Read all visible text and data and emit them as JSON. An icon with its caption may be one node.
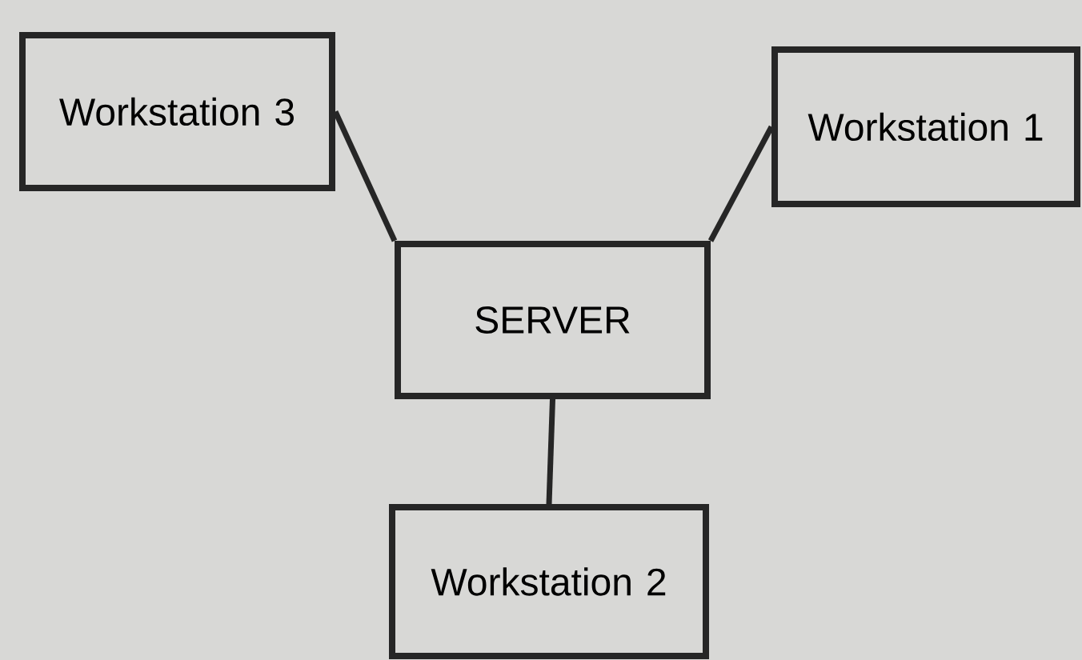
{
  "diagram": {
    "nodes": [
      {
        "text": [
          "Workstation 3"
        ]
      },
      {
        "text": [
          "Workstation 1"
        ]
      },
      {
        "text": [
          "SERVER"
        ]
      },
      {
        "text": [
          "Workstation 2"
        ]
      }
    ],
    "edges": [
      {
        "from": 2,
        "to": 0,
        "arrow": "none"
      },
      {
        "from": 2,
        "to": 1,
        "arrow": "none"
      },
      {
        "from": 2,
        "to": 3,
        "arrow": "none"
      }
    ]
  }
}
